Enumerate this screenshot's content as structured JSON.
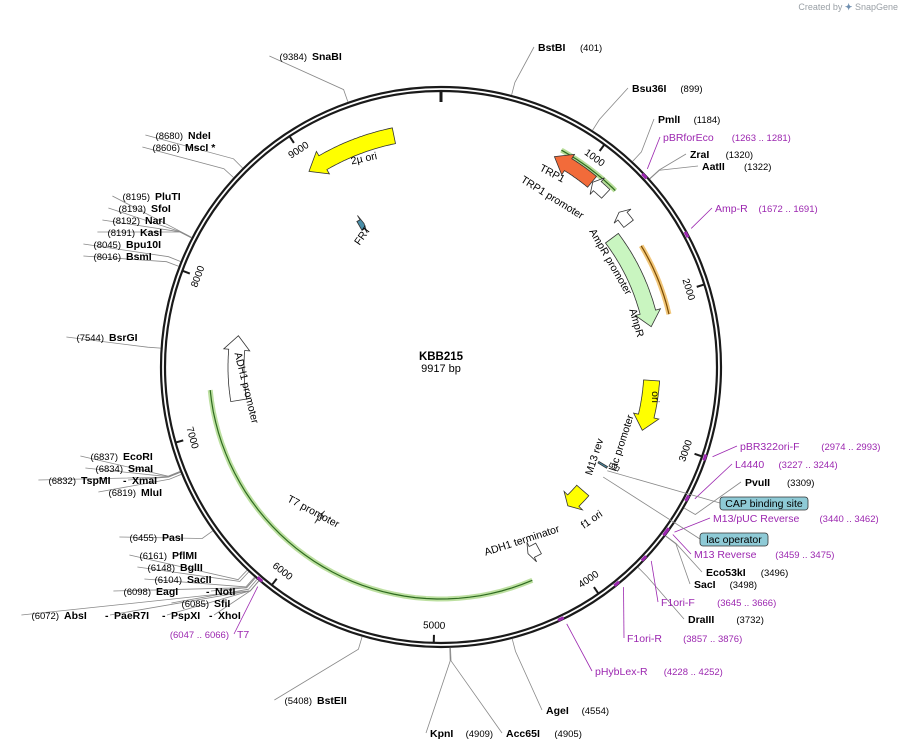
{
  "brand": {
    "created_by": "Created by",
    "name": "SnapGene"
  },
  "plasmid": {
    "name": "KBB215",
    "size_label": "9917 bp",
    "length": 9917
  },
  "ticks": [
    {
      "label": "1000",
      "pos": 1000
    },
    {
      "label": "2000",
      "pos": 2000
    },
    {
      "label": "3000",
      "pos": 3000
    },
    {
      "label": "4000",
      "pos": 4000
    },
    {
      "label": "5000",
      "pos": 5000
    },
    {
      "label": "6000",
      "pos": 6000
    },
    {
      "label": "7000",
      "pos": 7000
    },
    {
      "label": "8000",
      "pos": 8000
    },
    {
      "label": "9000",
      "pos": 9000
    }
  ],
  "colors": {
    "backbone": "#1a1a1a",
    "yellow": "#ffff00",
    "orange_red": "#f26b3a",
    "light_green": "#c9f5c0",
    "teal": "#4a8ea8",
    "white": "#ffffff",
    "green_line": "#7bc143",
    "orange_line": "#e8a020",
    "primer": "#9c27b0",
    "box_fill": "#8ecad6"
  },
  "features": [
    {
      "id": "two-micron-ori",
      "label": "2µ ori",
      "start": 8980,
      "end": 9600,
      "color": "#ffff00",
      "direction": "reverse",
      "type": "arrow"
    },
    {
      "id": "trp1",
      "label": "TRP1",
      "start": 780,
      "end": 1080,
      "color": "#f26b3a",
      "direction": "reverse",
      "type": "arrow"
    },
    {
      "id": "trp1-promoter",
      "label": "TRP1 promoter",
      "start": 1085,
      "end": 1200,
      "color": "#ffffff",
      "direction": "reverse",
      "type": "arrow"
    },
    {
      "id": "ampr-promoter",
      "label": "AmpR promoter",
      "start": 1350,
      "end": 1450,
      "color": "#ffffff",
      "direction": "reverse",
      "type": "arrow"
    },
    {
      "id": "ampr",
      "label": "AmpR",
      "start": 1460,
      "end": 2180,
      "color": "#c9f5c0",
      "direction": "forward",
      "type": "arrow"
    },
    {
      "id": "ori",
      "label": "ori",
      "start": 2580,
      "end": 2960,
      "color": "#ffff00",
      "direction": "forward",
      "type": "arrow"
    },
    {
      "id": "lac-promoter",
      "label": "lac promoter",
      "start": 3290,
      "end": 3320,
      "color": "#ffffff",
      "direction": "reverse",
      "type": "box"
    },
    {
      "id": "m13-rev",
      "label": "M13 rev",
      "start": 3330,
      "end": 3345,
      "color": "#4a8ea8",
      "direction": "reverse",
      "type": "box"
    },
    {
      "id": "f1-ori",
      "label": "f1 ori",
      "start": 3610,
      "end": 3790,
      "color": "#ffff00",
      "direction": "forward",
      "type": "arrow"
    },
    {
      "id": "adh1-terminator",
      "label": "ADH1 terminator",
      "start": 4180,
      "end": 4270,
      "color": "#ffffff",
      "direction": "forward",
      "type": "arrow"
    },
    {
      "id": "t7-promoter",
      "label": "T7 promoter",
      "start": 6015,
      "end": 6040,
      "color": "#ffffff",
      "direction": "forward",
      "type": "arrow"
    },
    {
      "id": "adh1-promoter",
      "label": "ADH1 promoter",
      "start": 7180,
      "end": 7680,
      "color": "#ffffff",
      "direction": "forward",
      "type": "arrow"
    },
    {
      "id": "frt",
      "label": "FRT",
      "start": 9090,
      "end": 9140,
      "color": "#4a8ea8",
      "direction": "forward",
      "type": "arrow"
    }
  ],
  "enzymes": [
    {
      "name": "BstBI",
      "pos": "(401)",
      "site": 401
    },
    {
      "name": "Bsu36I",
      "pos": "(899)",
      "site": 899
    },
    {
      "name": "PmlI",
      "pos": "(1184)",
      "site": 1184
    },
    {
      "name": "ZraI",
      "pos": "(1320)",
      "site": 1320
    },
    {
      "name": "AatII",
      "pos": "(1322)",
      "site": 1322
    },
    {
      "name": "PvuII",
      "pos": "(3309)",
      "site": 3309
    },
    {
      "name": "Eco53kI",
      "pos": "(3496)",
      "site": 3496
    },
    {
      "name": "SacI",
      "pos": "(3498)",
      "site": 3498
    },
    {
      "name": "DraIII",
      "pos": "(3732)",
      "site": 3732
    },
    {
      "name": "AgeI",
      "pos": "(4554)",
      "site": 4554
    },
    {
      "name": "Acc65I",
      "pos": "(4905)",
      "site": 4905
    },
    {
      "name": "KpnI",
      "pos": "(4909)",
      "site": 4909
    },
    {
      "name": "BstEII",
      "pos": "(5408)",
      "site": 5408
    },
    {
      "name": "XhoI",
      "pos": "",
      "site": 6072
    },
    {
      "name": "PspXI",
      "pos": "",
      "site": 6072
    },
    {
      "name": "PaeR7I",
      "pos": "",
      "site": 6072
    },
    {
      "name": "AbsI",
      "pos": "(6072)",
      "site": 6072
    },
    {
      "name": "SfiI",
      "pos": "(6085)",
      "site": 6085
    },
    {
      "name": "NotI",
      "pos": "",
      "site": 6098
    },
    {
      "name": "EagI",
      "pos": "(6098)",
      "site": 6098
    },
    {
      "name": "SacII",
      "pos": "(6104)",
      "site": 6104
    },
    {
      "name": "BglII",
      "pos": "(6148)",
      "site": 6148
    },
    {
      "name": "PflMI",
      "pos": "(6161)",
      "site": 6161
    },
    {
      "name": "PasI",
      "pos": "(6455)",
      "site": 6455
    },
    {
      "name": "MluI",
      "pos": "(6819)",
      "site": 6819
    },
    {
      "name": "XmaI",
      "pos": "",
      "site": 6832
    },
    {
      "name": "TspMI",
      "pos": "(6832)",
      "site": 6832
    },
    {
      "name": "SmaI",
      "pos": "(6834)",
      "site": 6834
    },
    {
      "name": "EcoRI",
      "pos": "(6837)",
      "site": 6837
    },
    {
      "name": "BsrGI",
      "pos": "(7544)",
      "site": 7544
    },
    {
      "name": "BsmI",
      "pos": "(8016)",
      "site": 8016
    },
    {
      "name": "Bpu10I",
      "pos": "(8045)",
      "site": 8045
    },
    {
      "name": "KasI",
      "pos": "(8191)",
      "site": 8191
    },
    {
      "name": "NarI",
      "pos": "(8192)",
      "site": 8192
    },
    {
      "name": "SfoI",
      "pos": "(8193)",
      "site": 8193
    },
    {
      "name": "PluTI",
      "pos": "(8195)",
      "site": 8195
    },
    {
      "name": "MscI *",
      "pos": "(8606)",
      "site": 8606
    },
    {
      "name": "NdeI",
      "pos": "(8680)",
      "site": 8680
    },
    {
      "name": "SnaBI",
      "pos": "(9384)",
      "site": 9384
    }
  ],
  "primers": [
    {
      "name": "pBRforEco",
      "pos": "(1263 .. 1281)",
      "site": 1272
    },
    {
      "name": "Amp-R",
      "pos": "(1672 .. 1691)",
      "site": 1681
    },
    {
      "name": "pBR322ori-F",
      "pos": "(2974 .. 2993)",
      "site": 2983
    },
    {
      "name": "L4440",
      "pos": "(3227 .. 3244)",
      "site": 3235
    },
    {
      "name": "M13/pUC Reverse",
      "pos": "(3440 .. 3462)",
      "site": 3451
    },
    {
      "name": "M13 Reverse",
      "pos": "(3459 .. 3475)",
      "site": 3467
    },
    {
      "name": "F1ori-F",
      "pos": "(3645 .. 3666)",
      "site": 3655
    },
    {
      "name": "F1ori-R",
      "pos": "(3857 .. 3876)",
      "site": 3866
    },
    {
      "name": "pHybLex-R",
      "pos": "(4228 .. 4252)",
      "site": 4240
    },
    {
      "name": "T7",
      "pos": "(6047 .. 6066)",
      "site": 6056
    }
  ],
  "boxes": [
    {
      "name": "CAP binding site"
    },
    {
      "name": "lac operator"
    }
  ]
}
